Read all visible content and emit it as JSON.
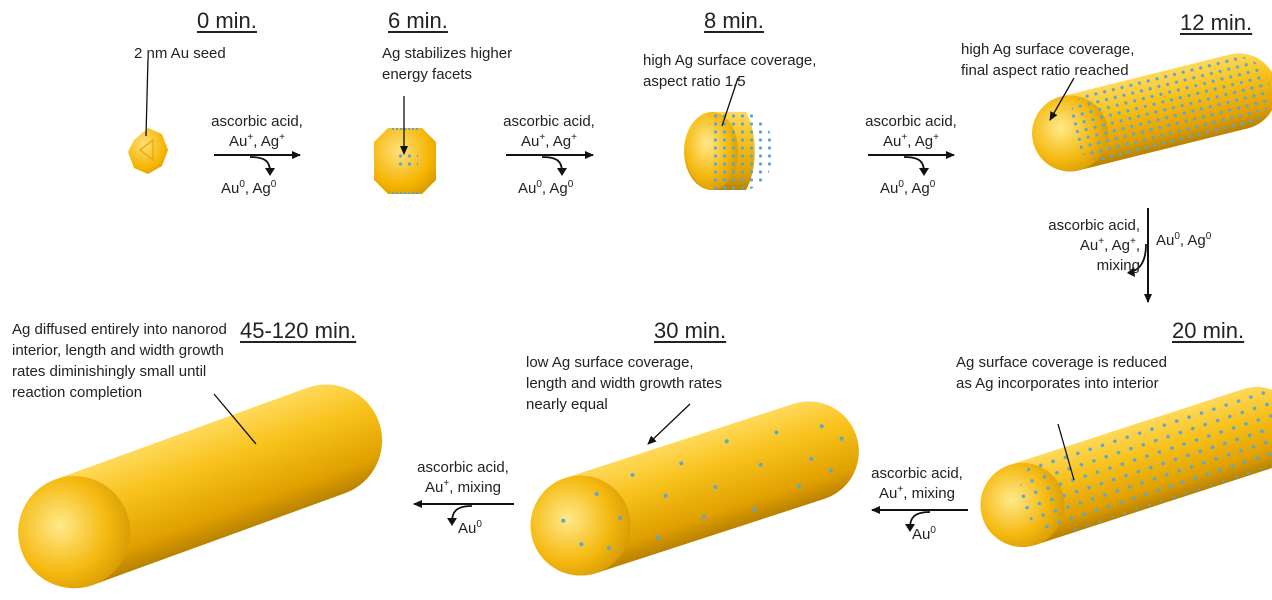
{
  "stages": {
    "t0": {
      "time": "0 min.",
      "note": "2 nm Au seed"
    },
    "t6": {
      "time": "6 min.",
      "note": "Ag stabilizes higher energy facets"
    },
    "t8": {
      "time": "8 min.",
      "note": "high Ag surface coverage, aspect ratio 1.5"
    },
    "t12": {
      "time": "12 min.",
      "note": "high Ag surface coverage, final aspect ratio reached"
    },
    "t20": {
      "time": "20 min.",
      "note": "Ag surface coverage is reduced as Ag incorporates into interior"
    },
    "t30": {
      "time": "30 min.",
      "note": "low Ag surface coverage, length and width growth rates nearly equal"
    },
    "t45": {
      "time": "45-120 min.",
      "note": "Ag diffused entirely into nanorod interior, length and width growth rates diminishingly small until reaction completion"
    }
  },
  "reactions": {
    "r1": {
      "l1": "ascorbic acid,",
      "l2": "Au",
      "l2sup": "+",
      "l2b": ", Ag",
      "l2bsup": "+",
      "prod": "Au",
      "prodsup": "0",
      "prodb": ", Ag",
      "prodbsup": "0"
    },
    "r2": {
      "l1": "ascorbic acid,",
      "l2": "Au",
      "l2sup": "+",
      "l2b": ", Ag",
      "l2bsup": "+",
      "prod": "Au",
      "prodsup": "0",
      "prodb": ", Ag",
      "prodbsup": "0"
    },
    "r3": {
      "l1": "ascorbic acid,",
      "l2": "Au",
      "l2sup": "+",
      "l2b": ", Ag",
      "l2bsup": "+",
      "prod": "Au",
      "prodsup": "0",
      "prodb": ", Ag",
      "prodbsup": "0"
    },
    "r4": {
      "l1": "ascorbic acid,",
      "l2": "Au",
      "l2sup": "+",
      "l2b": ", Ag",
      "l2bsup": "+",
      "l2c": ",",
      "l3": "mixing",
      "prod": "Au",
      "prodsup": "0",
      "prodb": ", Ag",
      "prodbsup": "0"
    },
    "r5": {
      "l1": "ascorbic acid,",
      "l2": "Au",
      "l2sup": "+",
      "l2b": ", mixing",
      "prod": "Au",
      "prodsup": "0"
    },
    "r6": {
      "l1": "ascorbic acid,",
      "l2": "Au",
      "l2sup": "+",
      "l2b": ", mixing",
      "prod": "Au",
      "prodsup": "0"
    }
  },
  "colors": {
    "gold": "#f2b400",
    "gold_dark": "#c98d00",
    "gold_light": "#ffe27a",
    "silver_dot": "#5aa7d6",
    "ink": "#111111"
  }
}
